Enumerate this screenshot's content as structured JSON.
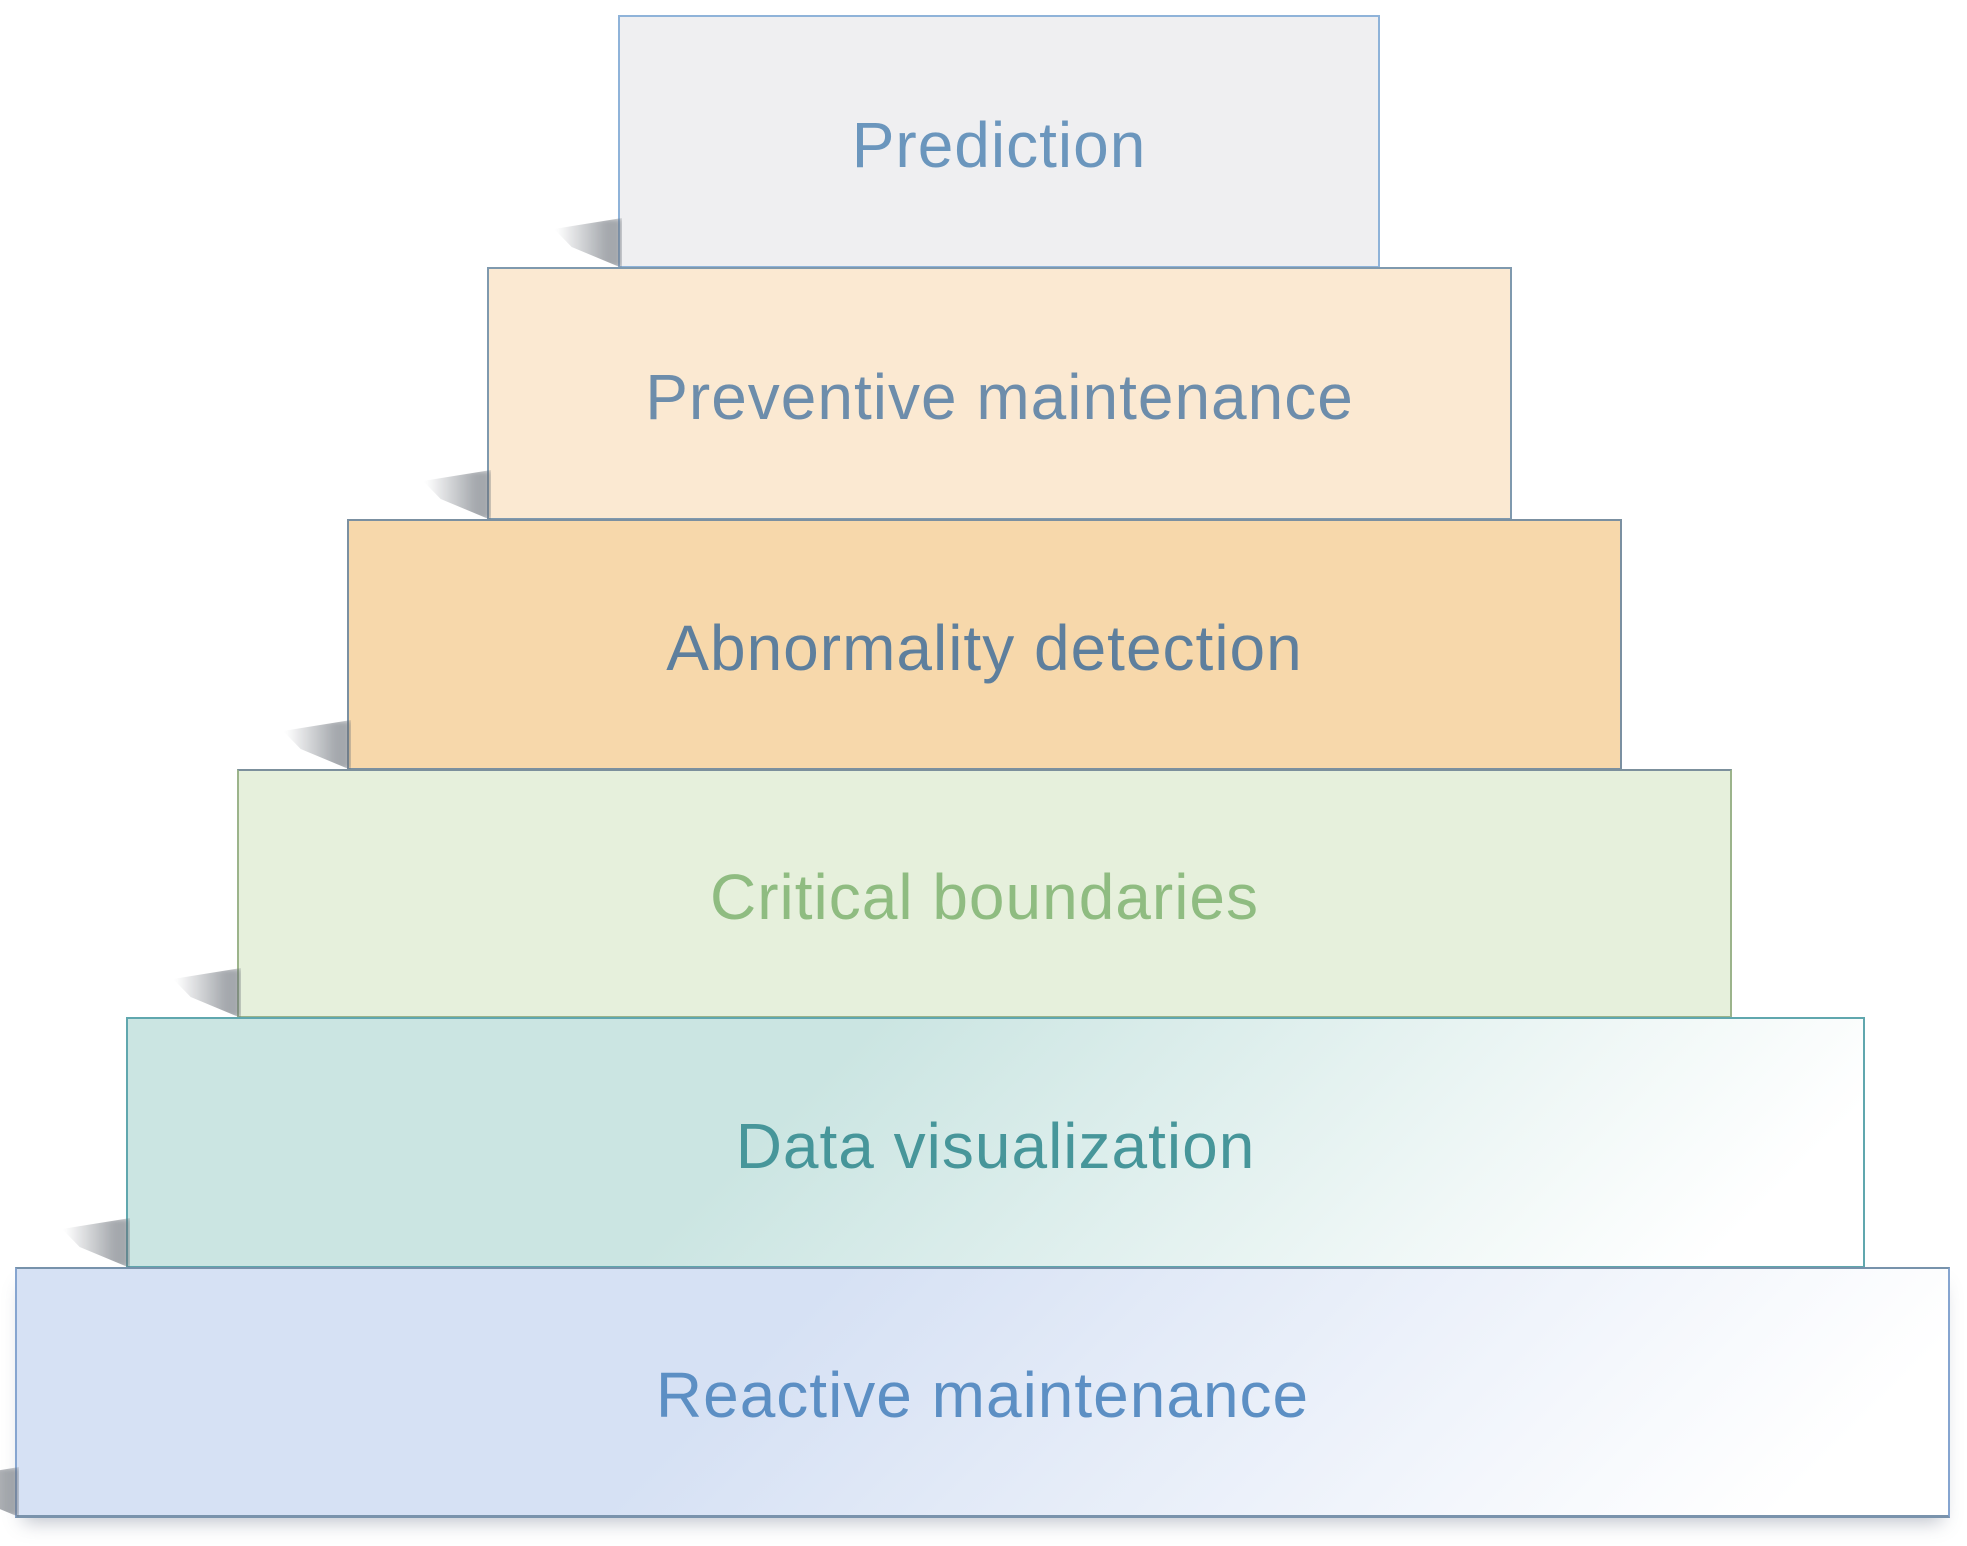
{
  "diagram": {
    "type": "stacked-pyramid",
    "layers": [
      {
        "label": "Prediction",
        "fill": "#efeff1",
        "border": "#8fb3d9",
        "text_color": "#6b96bd"
      },
      {
        "label": "Preventive maintenance",
        "fill": "#fbe9d2",
        "border": "#7f99ae",
        "text_color": "#6d8dab"
      },
      {
        "label": "Abnormality detection",
        "fill": "#f7d8ab",
        "border": "#7b90a1",
        "text_color": "#5e7f9d"
      },
      {
        "label": "Critical boundaries",
        "fill": "#e6f0dc",
        "border": "#9cb48b",
        "border_top": "#7c909c",
        "text_color": "#8fbc81"
      },
      {
        "label": "Data visualization",
        "fill": "#cbe5e2",
        "fill_end": "#ffffff",
        "border": "#60a7ae",
        "text_color": "#47969a"
      },
      {
        "label": "Reactive maintenance",
        "fill": "#d6e1f4",
        "fill_end": "#ffffff",
        "border": "#86a5d0",
        "border_top": "#7792ab",
        "border_bottom": "#7a93ac",
        "text_color": "#5c8fc4"
      }
    ]
  }
}
